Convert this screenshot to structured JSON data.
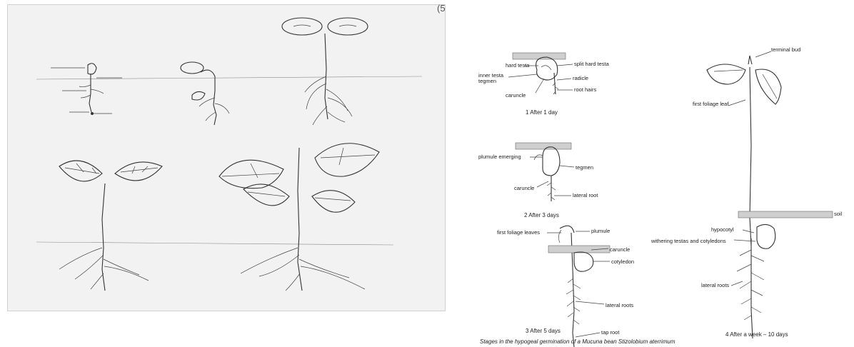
{
  "left_figure": {
    "corner_mark": "(5",
    "stages": [
      {
        "labels": [
          "",
          "",
          "",
          "",
          ""
        ],
        "caption": ""
      },
      {
        "labels": [
          "",
          "",
          ""
        ],
        "caption": ""
      },
      {
        "labels": [
          "",
          "",
          "",
          ""
        ],
        "caption": ""
      },
      {
        "labels": [
          "",
          "",
          "",
          "",
          ""
        ],
        "caption": ""
      },
      {
        "labels": [
          "",
          "",
          "",
          "",
          "",
          ""
        ],
        "caption": ""
      }
    ],
    "footer": ""
  },
  "right_figure": {
    "stage1": {
      "labels": {
        "hard_testa": "hard testa",
        "split_hard_testa": "split hard testa",
        "inner_testa": "inner testa",
        "tegmen": "tegmen",
        "radicle": "radicle",
        "root_hairs": "root hairs",
        "caruncle": "caruncle"
      },
      "caption": "1   After 1 day"
    },
    "stage2": {
      "labels": {
        "plumule_emerging": "plumule emerging",
        "tegmen": "tegmen",
        "caruncle": "caruncle",
        "lateral_root": "lateral root"
      },
      "caption": "2   After 3 days"
    },
    "stage3": {
      "labels": {
        "first_foliage_leaves": "first foliage leaves",
        "plumule": "plumule",
        "caruncle": "caruncle",
        "cotyledon": "cotyledon",
        "lateral_roots": "lateral roots",
        "tap_root": "tap root"
      },
      "caption": "3   After 5 days"
    },
    "stage4": {
      "labels": {
        "terminal_bud": "terminal bud",
        "first_foliage_leaf": "first foliage leaf",
        "soil": "soil",
        "hypocotyl": "hypocotyl",
        "withering": "withering testas and cotyledons",
        "lateral_roots": "lateral roots"
      },
      "caption": "4   After a week – 10 days"
    },
    "footer_caption": "Stages in the hypogeal germination of a Mucuna bean  Stizolobium aterrimum"
  }
}
